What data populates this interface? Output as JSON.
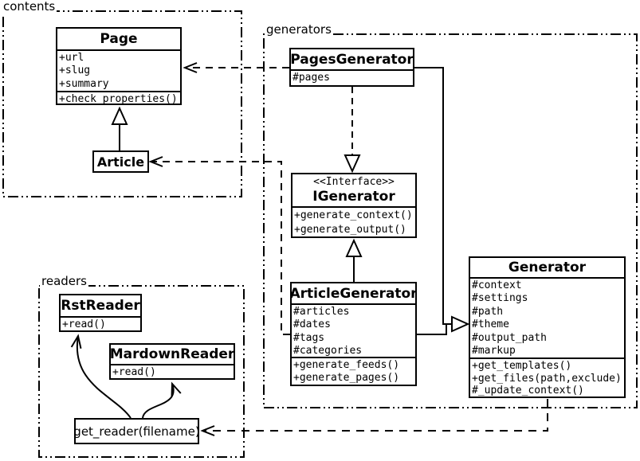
{
  "diagram": {
    "packages": {
      "contents": {
        "label": "contents"
      },
      "generators": {
        "label": "generators"
      },
      "readers": {
        "label": "readers"
      }
    },
    "classes": {
      "page": {
        "title": "Page",
        "attrs": [
          "+url",
          "+slug",
          "+summary"
        ],
        "methods": [
          "+check_properties()"
        ]
      },
      "article": {
        "title": "Article"
      },
      "pagesGenerator": {
        "title": "PagesGenerator",
        "attrs": [
          "#pages"
        ]
      },
      "iGenerator": {
        "stereotype": "<<Interface>>",
        "title": "IGenerator",
        "methods": [
          "+generate_context()",
          "+generate_output()"
        ]
      },
      "articleGenerator": {
        "title": "ArticleGenerator",
        "attrs": [
          "#articles",
          "#dates",
          "#tags",
          "#categories"
        ],
        "methods": [
          "+generate_feeds()",
          "+generate_pages()"
        ]
      },
      "generator": {
        "title": "Generator",
        "attrs": [
          "#context",
          "#settings",
          "#path",
          "#theme",
          "#output_path",
          "#markup"
        ],
        "methods": [
          "+get_templates()",
          "+get_files(path,exclude)",
          "#_update_context()"
        ]
      },
      "rstReader": {
        "title": "RstReader",
        "methods": [
          "+read()"
        ]
      },
      "mardownReader": {
        "title": "MardownReader",
        "methods": [
          "+read()"
        ]
      },
      "getReader": {
        "label": "get_reader(filename)"
      }
    },
    "colors": {
      "line": "#000000",
      "background": "#ffffff"
    }
  }
}
